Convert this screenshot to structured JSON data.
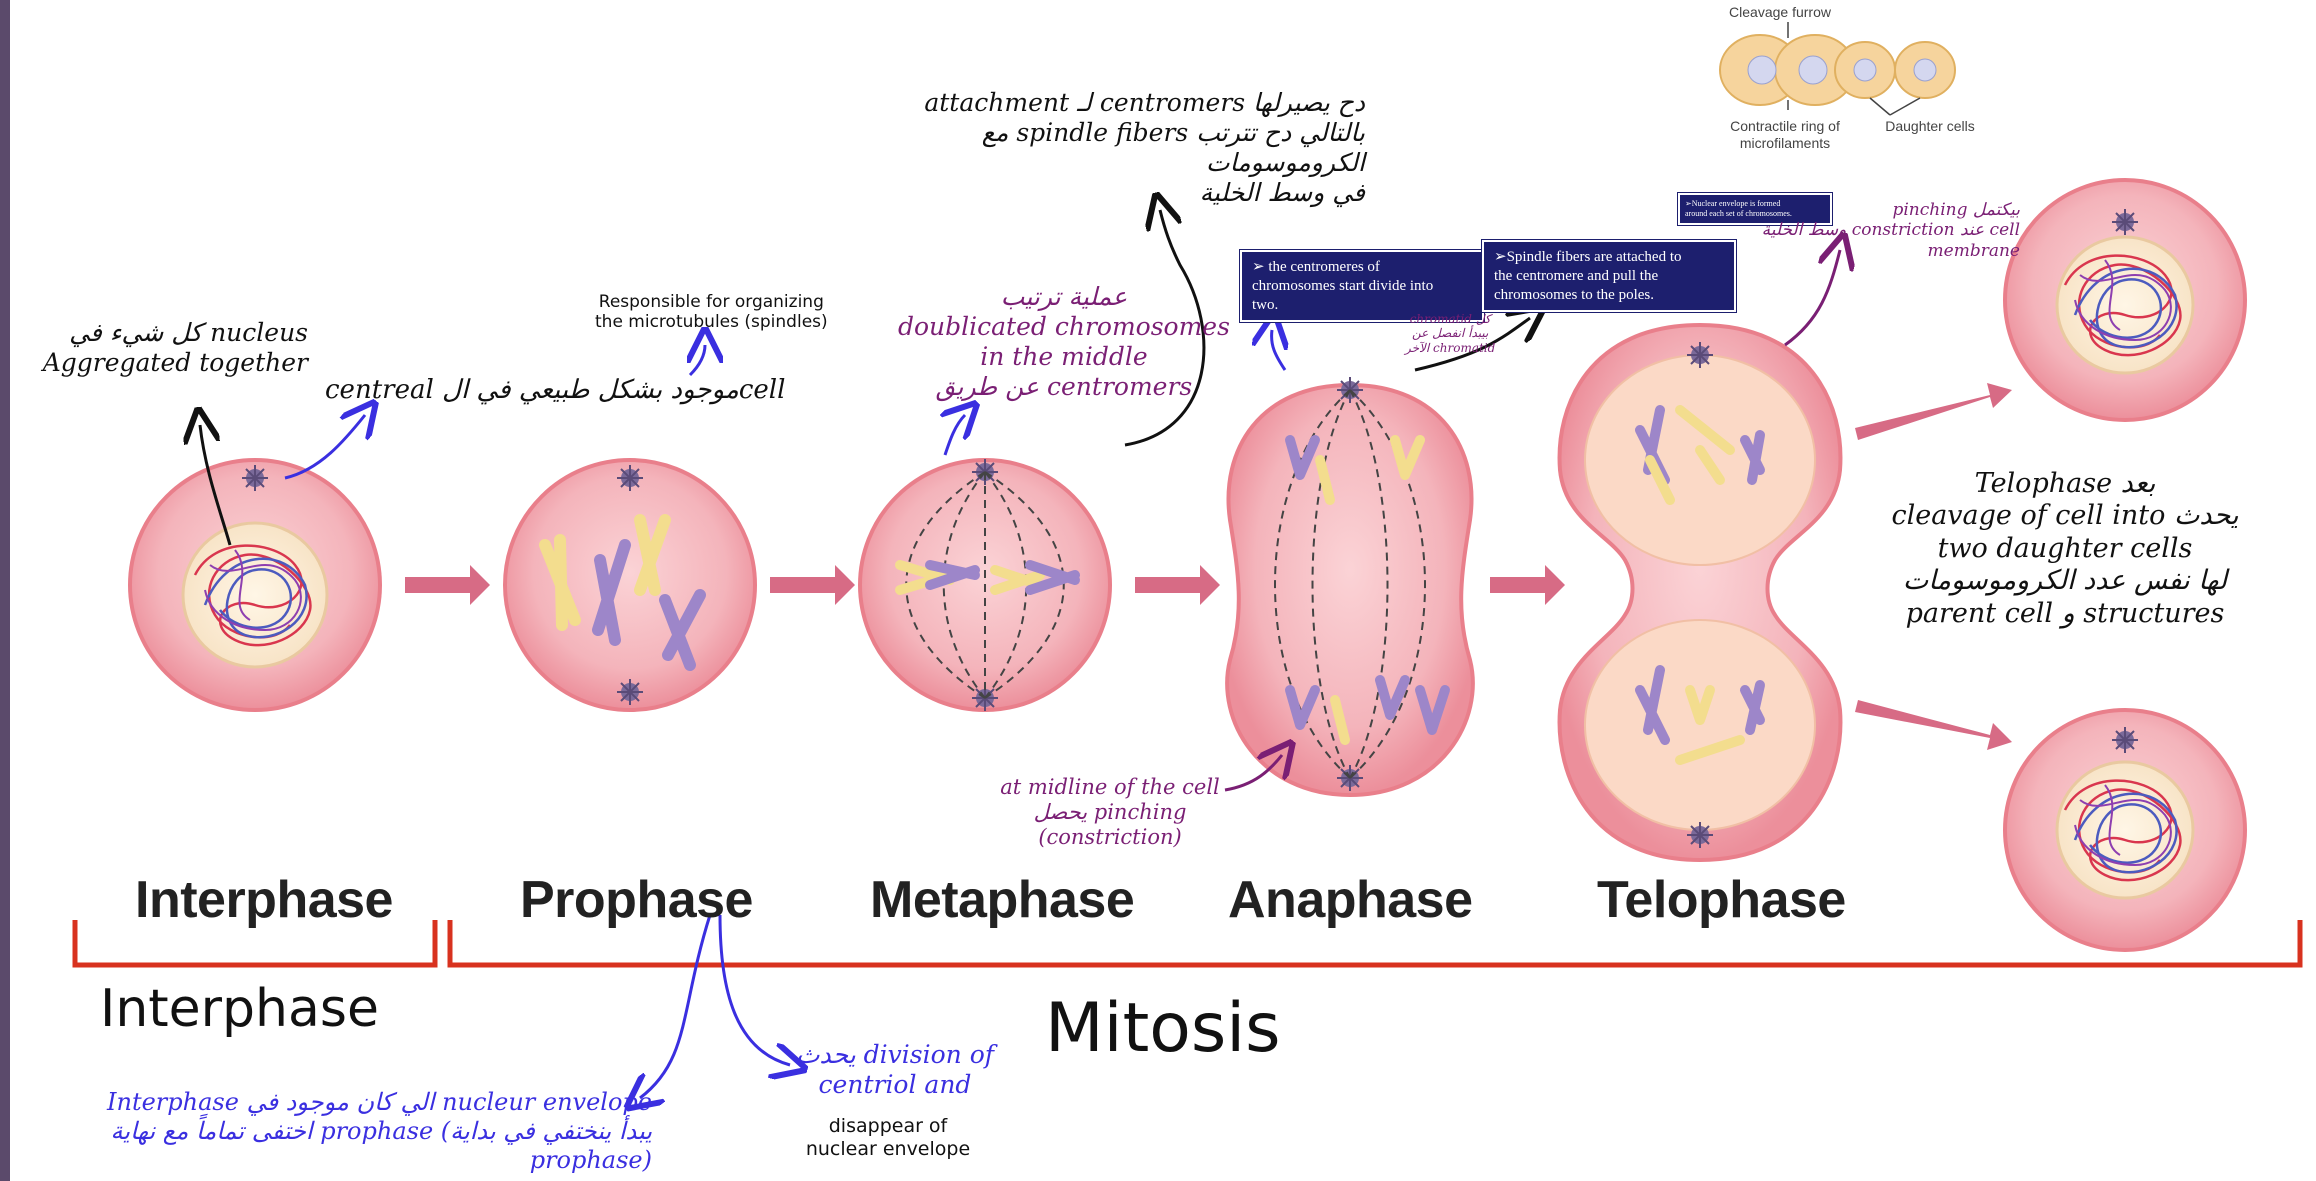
{
  "stages": [
    {
      "name": "Interphase"
    },
    {
      "name": "Prophase"
    },
    {
      "name": "Metaphase"
    },
    {
      "name": "Anaphase"
    },
    {
      "name": "Telophase"
    }
  ],
  "brackets": {
    "interphase": "Interphase",
    "mitosis": "Mitosis"
  },
  "inset": {
    "cleavage_furrow": "Cleavage furrow",
    "contractile_ring": "Contractile ring of\nmicrofilaments",
    "daughter_cells": "Daughter cells"
  },
  "boxes": {
    "centromeres_divide": "➢ the centromeres of\nchromosomes start divide into\ntwo.",
    "spindle_attached": "➢Spindle fibers are attached to\nthe centromere and pull the\nchromosomes to the poles.",
    "nuclear_envelope_formed": "➢Nuclear envelope is formed\naround each set of chromosomes."
  },
  "notes": {
    "nucleus": "كل شيء في nucleus\nAggregated together",
    "centreal": "centreal موجود بشكل طبيعي في الcell",
    "responsible": "Responsible for organizing\nthe microtubules (spindles)",
    "duplicated": "عملية ترتيب\ndoublicated chromosomes\nin the middle\nعن طريق centromers",
    "attachment": "attachment لـ centromers دح يصيرلها\nمع spindle fibers بالتالي دح تترتب الكروموسومات\nفي وسط الخلية",
    "chromatid": "chromatid كل\nبيبدأ انفصل عن\nالآخر chromatid",
    "pinching_top": "pinching بيكتمل\nوسط الخلية constriction عند cell\nmembrane",
    "telophase_note": "Telophase بعد\ncleavage of cell into يحدث\ntwo daughter cells\nلها نفس عدد الكروموسومات\nparent cell و structures",
    "midline": "at midline of the cell\nيحصل pinching (constriction)",
    "interphase_note": "Interphase الي كان موجود في nucleur envelope\nاختفى تماماً مع نهاية prophase (يبدأ ينختفي في بداية prophase)",
    "division": "يحدث division of\ncentriol and",
    "disappear": "disappear of\nnuclear envelope"
  },
  "colors": {
    "cell_fill": "#f4b7bd",
    "cell_edge": "#e97f8b",
    "nucleus_fill": "#fbeed5",
    "arrow": "#d76b85",
    "bracket": "#d8321f",
    "box": "#1d1f6e",
    "hw_blue": "#3a2fe0",
    "hw_purple": "#7a1f74"
  }
}
